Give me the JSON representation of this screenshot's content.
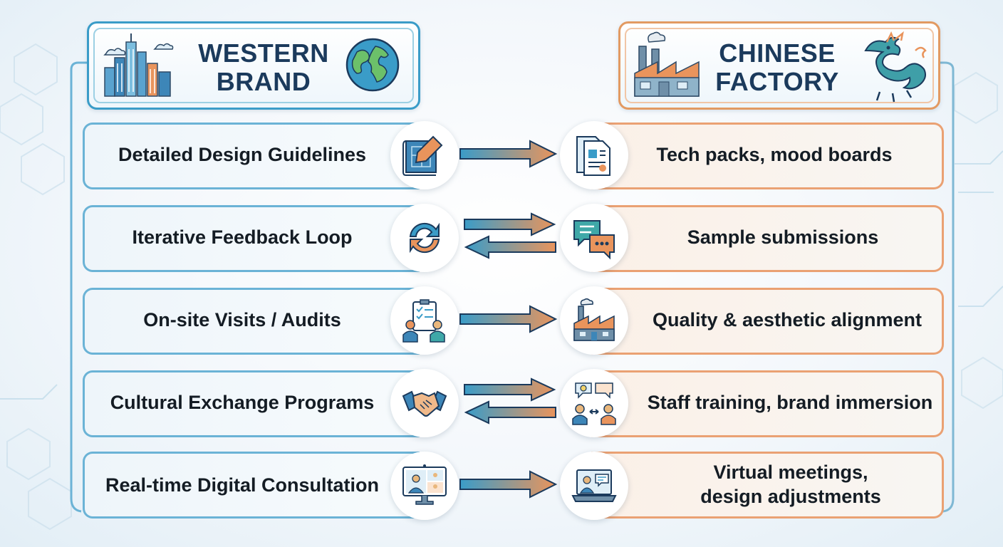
{
  "left_header": {
    "title_line1": "WESTERN",
    "title_line2": "BRAND",
    "icon": "city-skyline-icon",
    "icon2": "globe-icon"
  },
  "right_header": {
    "title_line1": "CHINESE",
    "title_line2": "FACTORY",
    "icon": "factory-icon",
    "icon2": "dragon-icon"
  },
  "rows": [
    {
      "left": "Detailed Design Guidelines",
      "right": "Tech packs, mood boards",
      "left_icon": "blueprint-icon",
      "right_icon": "document-icon",
      "direction": "one-way"
    },
    {
      "left": "Iterative Feedback Loop",
      "right": "Sample submissions",
      "left_icon": "refresh-cycle-icon",
      "right_icon": "chat-bubbles-icon",
      "direction": "two-way"
    },
    {
      "left": "On-site Visits / Audits",
      "right": "Quality & aesthetic alignment",
      "left_icon": "clipboard-people-icon",
      "right_icon": "factory-icon",
      "direction": "one-way"
    },
    {
      "left": "Cultural Exchange Programs",
      "right": "Staff training, brand immersion",
      "left_icon": "handshake-icon",
      "right_icon": "people-exchange-icon",
      "direction": "two-way"
    },
    {
      "left": "Real-time Digital Consultation",
      "right_line1": "Virtual meetings,",
      "right_line2": "design adjustments",
      "left_icon": "video-call-monitor-icon",
      "right_icon": "laptop-chat-icon",
      "direction": "one-way"
    }
  ],
  "colors": {
    "blue": "#3a9cc8",
    "orange": "#e9945c",
    "navy": "#1b3a5c"
  }
}
